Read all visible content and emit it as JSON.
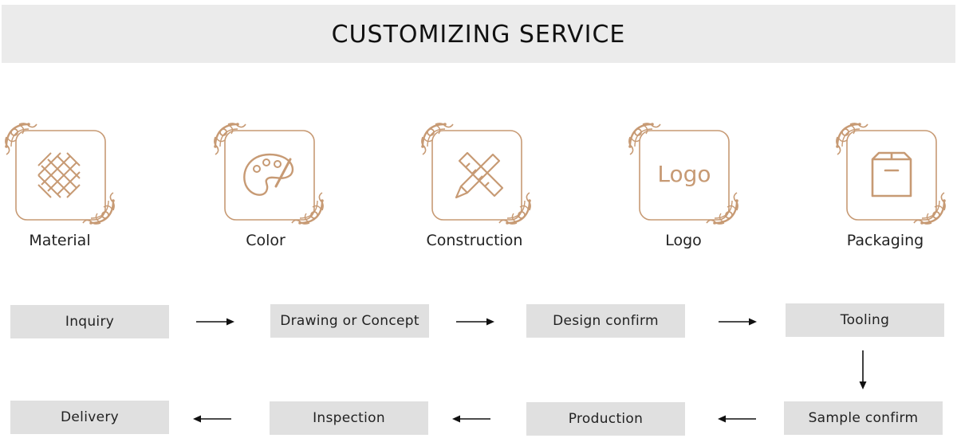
{
  "header": {
    "title": "CUSTOMIZING SERVICE"
  },
  "features": [
    {
      "label": "Material",
      "icon": "weave-pattern-icon"
    },
    {
      "label": "Color",
      "icon": "paint-palette-icon"
    },
    {
      "label": "Construction",
      "icon": "pencil-ruler-icon"
    },
    {
      "label": "Logo",
      "icon": "logo-text-icon",
      "icon_text": "Logo"
    },
    {
      "label": "Packaging",
      "icon": "package-box-icon"
    }
  ],
  "process": {
    "steps": [
      "Inquiry",
      "Drawing or Concept",
      "Design confirm",
      "Tooling",
      "Sample confirm",
      "Production",
      "Inspection",
      "Delivery"
    ]
  },
  "colors": {
    "accent": "#c79a74",
    "step_bg": "#e0e0e0",
    "banner_bg": "#ebebeb"
  }
}
